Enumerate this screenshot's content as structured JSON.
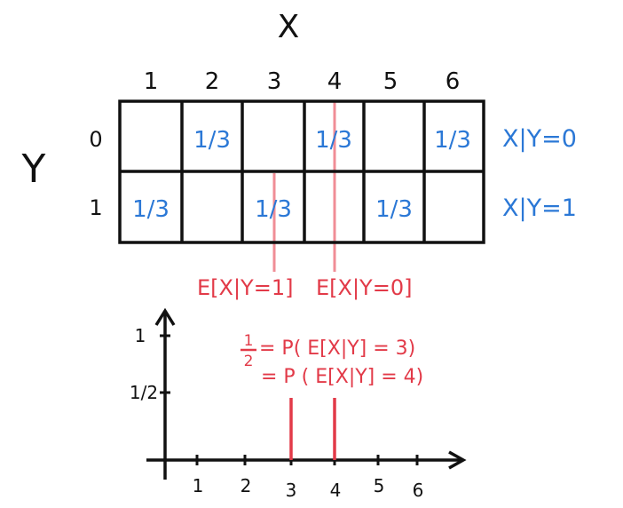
{
  "colors": {
    "ink": "#111111",
    "blue": "#2b78d6",
    "red": "#e23a48",
    "pink": "#f08d96"
  },
  "axis_x_name": "X",
  "axis_y_name": "Y",
  "col_labels": [
    "1",
    "2",
    "3",
    "4",
    "5",
    "6"
  ],
  "row_labels": [
    "0",
    "1"
  ],
  "cell_value": "1/3",
  "probability_table": {
    "row_0": [
      "",
      "1/3",
      "",
      "1/3",
      "",
      "1/3"
    ],
    "row_1": [
      "1/3",
      "",
      "1/3",
      "",
      "1/3",
      ""
    ]
  },
  "row_annotations": [
    "X|Y=0",
    "X|Y=1"
  ],
  "expectation_labels": {
    "y1": "E[X|Y=1]",
    "y0": "E[X|Y=0]"
  },
  "expectation_values": {
    "y1": 3,
    "y0": 4
  },
  "pmf_plot": {
    "equation_frac_num": "1",
    "equation_frac_den": "2",
    "equation_line1": "= P( E[X|Y] = 3)",
    "equation_line2": "= P ( E[X|Y] = 4)",
    "y_ticks": [
      "1",
      "1/2"
    ],
    "x_ticks": [
      "1",
      "2",
      "3",
      "4",
      "5",
      "6"
    ],
    "spikes": [
      {
        "x": 3,
        "p": 0.5
      },
      {
        "x": 4,
        "p": 0.5
      }
    ]
  }
}
